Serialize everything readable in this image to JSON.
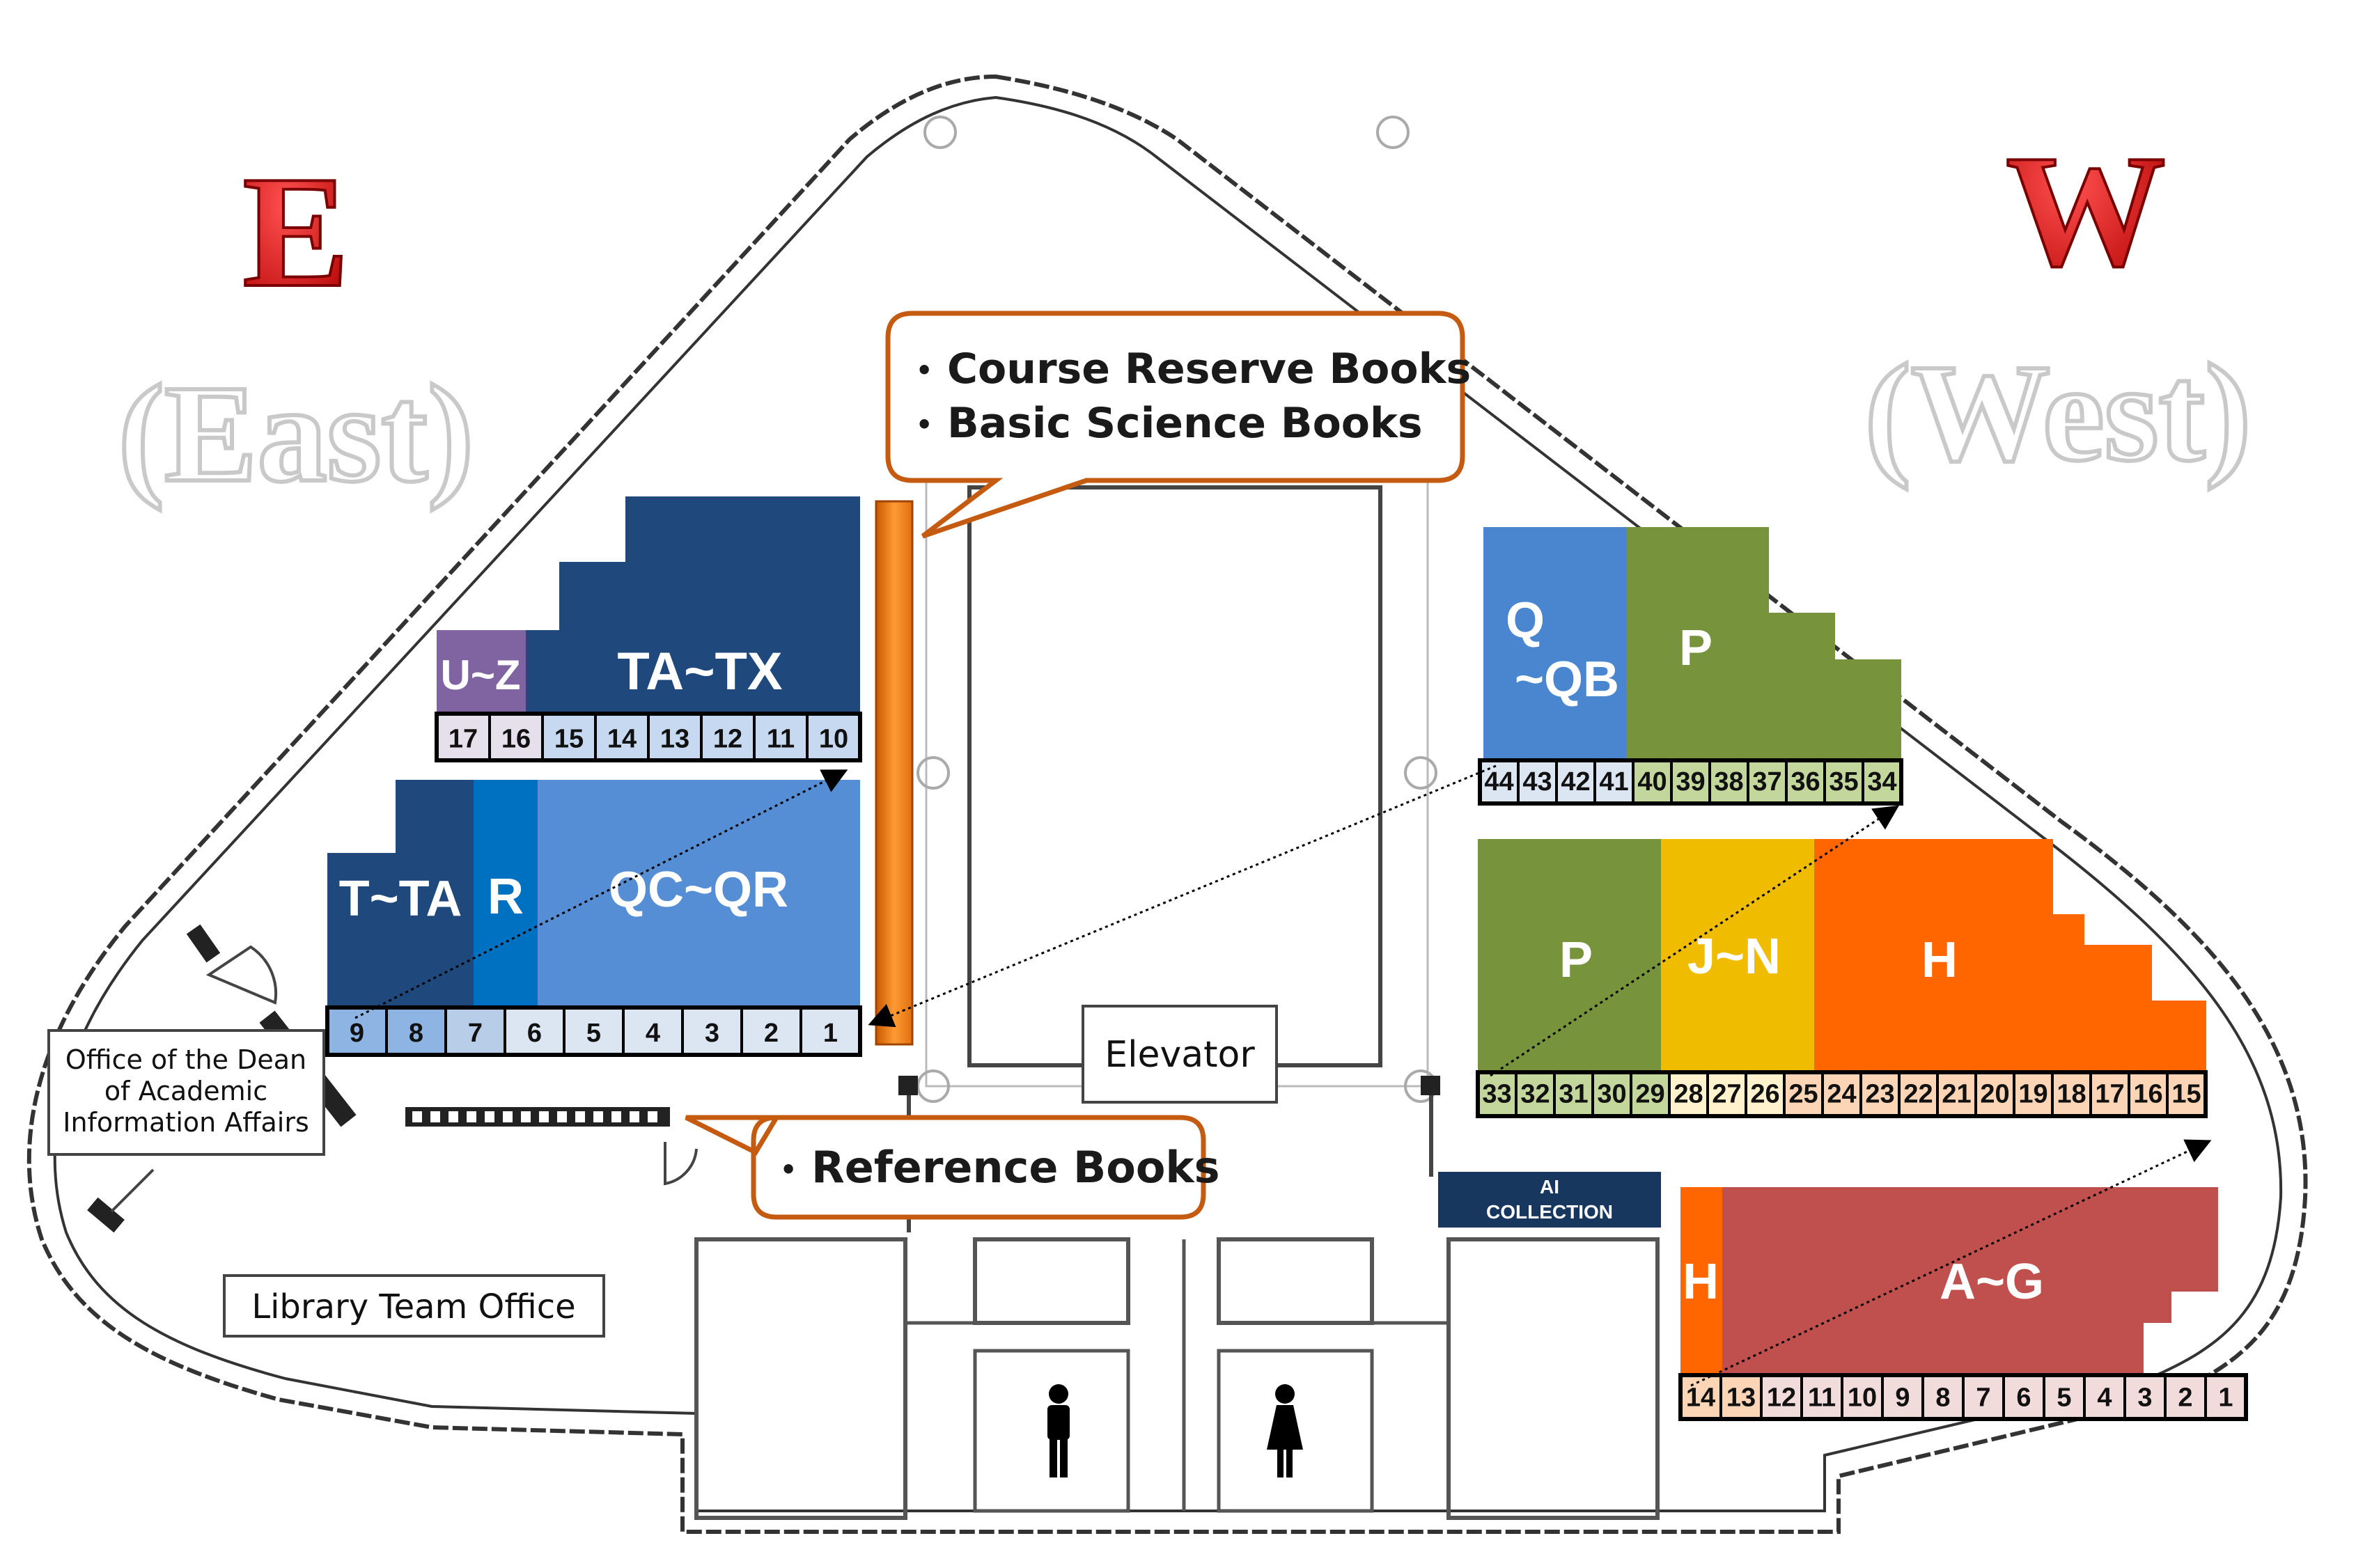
{
  "directions": {
    "east_letter": "E",
    "east_label": "(East)",
    "west_letter": "W",
    "west_label": "(West)"
  },
  "callouts": {
    "course_reserve": "Course Reserve Books",
    "basic_science": "Basic Science Books",
    "reference": "Reference Books",
    "bullet": "•"
  },
  "rooms": {
    "dean_office_line1": "Office of the Dean",
    "dean_office_line2": "of Academic",
    "dean_office_line3": "Information Affairs",
    "library_team": "Library Team Office",
    "elevator": "Elevator",
    "ai_line1": "AI",
    "ai_line2": "COLLECTION"
  },
  "sections": {
    "u_z": "U~Z",
    "ta_tx": "TA~TX",
    "t_ta": "T~TA",
    "r": "R",
    "qc_qr": "QC~QR",
    "q_line1": "Q",
    "q_line2": "~QB",
    "p_upper": "P",
    "p_lower": "P",
    "j_n": "J~N",
    "h_mid": "H",
    "h_low": "H",
    "a_g": "A~G"
  },
  "shelf_rows": {
    "east_top": [
      "17",
      "16",
      "15",
      "14",
      "13",
      "12",
      "11",
      "10"
    ],
    "east_bottom": [
      "9",
      "8",
      "7",
      "6",
      "5",
      "4",
      "3",
      "2",
      "1"
    ],
    "west_top": [
      "44",
      "43",
      "42",
      "41",
      "40",
      "39",
      "38",
      "37",
      "36",
      "35",
      "34"
    ],
    "west_mid": [
      "33",
      "32",
      "31",
      "30",
      "29",
      "28",
      "27",
      "26",
      "25",
      "24",
      "23",
      "22",
      "21",
      "20",
      "19",
      "18",
      "17",
      "16",
      "15"
    ],
    "west_bottom": [
      "14",
      "13",
      "12",
      "11",
      "10",
      "9",
      "8",
      "7",
      "6",
      "5",
      "4",
      "3",
      "2",
      "1"
    ]
  },
  "colors": {
    "navy": "#1f487c",
    "purple": "#8064a2",
    "blue_mid": "#0070c0",
    "blue_light": "#558ed5",
    "blue_q": "#4a86d0",
    "green": "#77933c",
    "yellow": "#f0bc00",
    "orange": "#ff6600",
    "red": "#c0504d",
    "callout_border": "#c55a11",
    "direction_red": "#c00000"
  },
  "icons": {
    "men": "restroom-men-icon",
    "women": "restroom-women-icon"
  }
}
